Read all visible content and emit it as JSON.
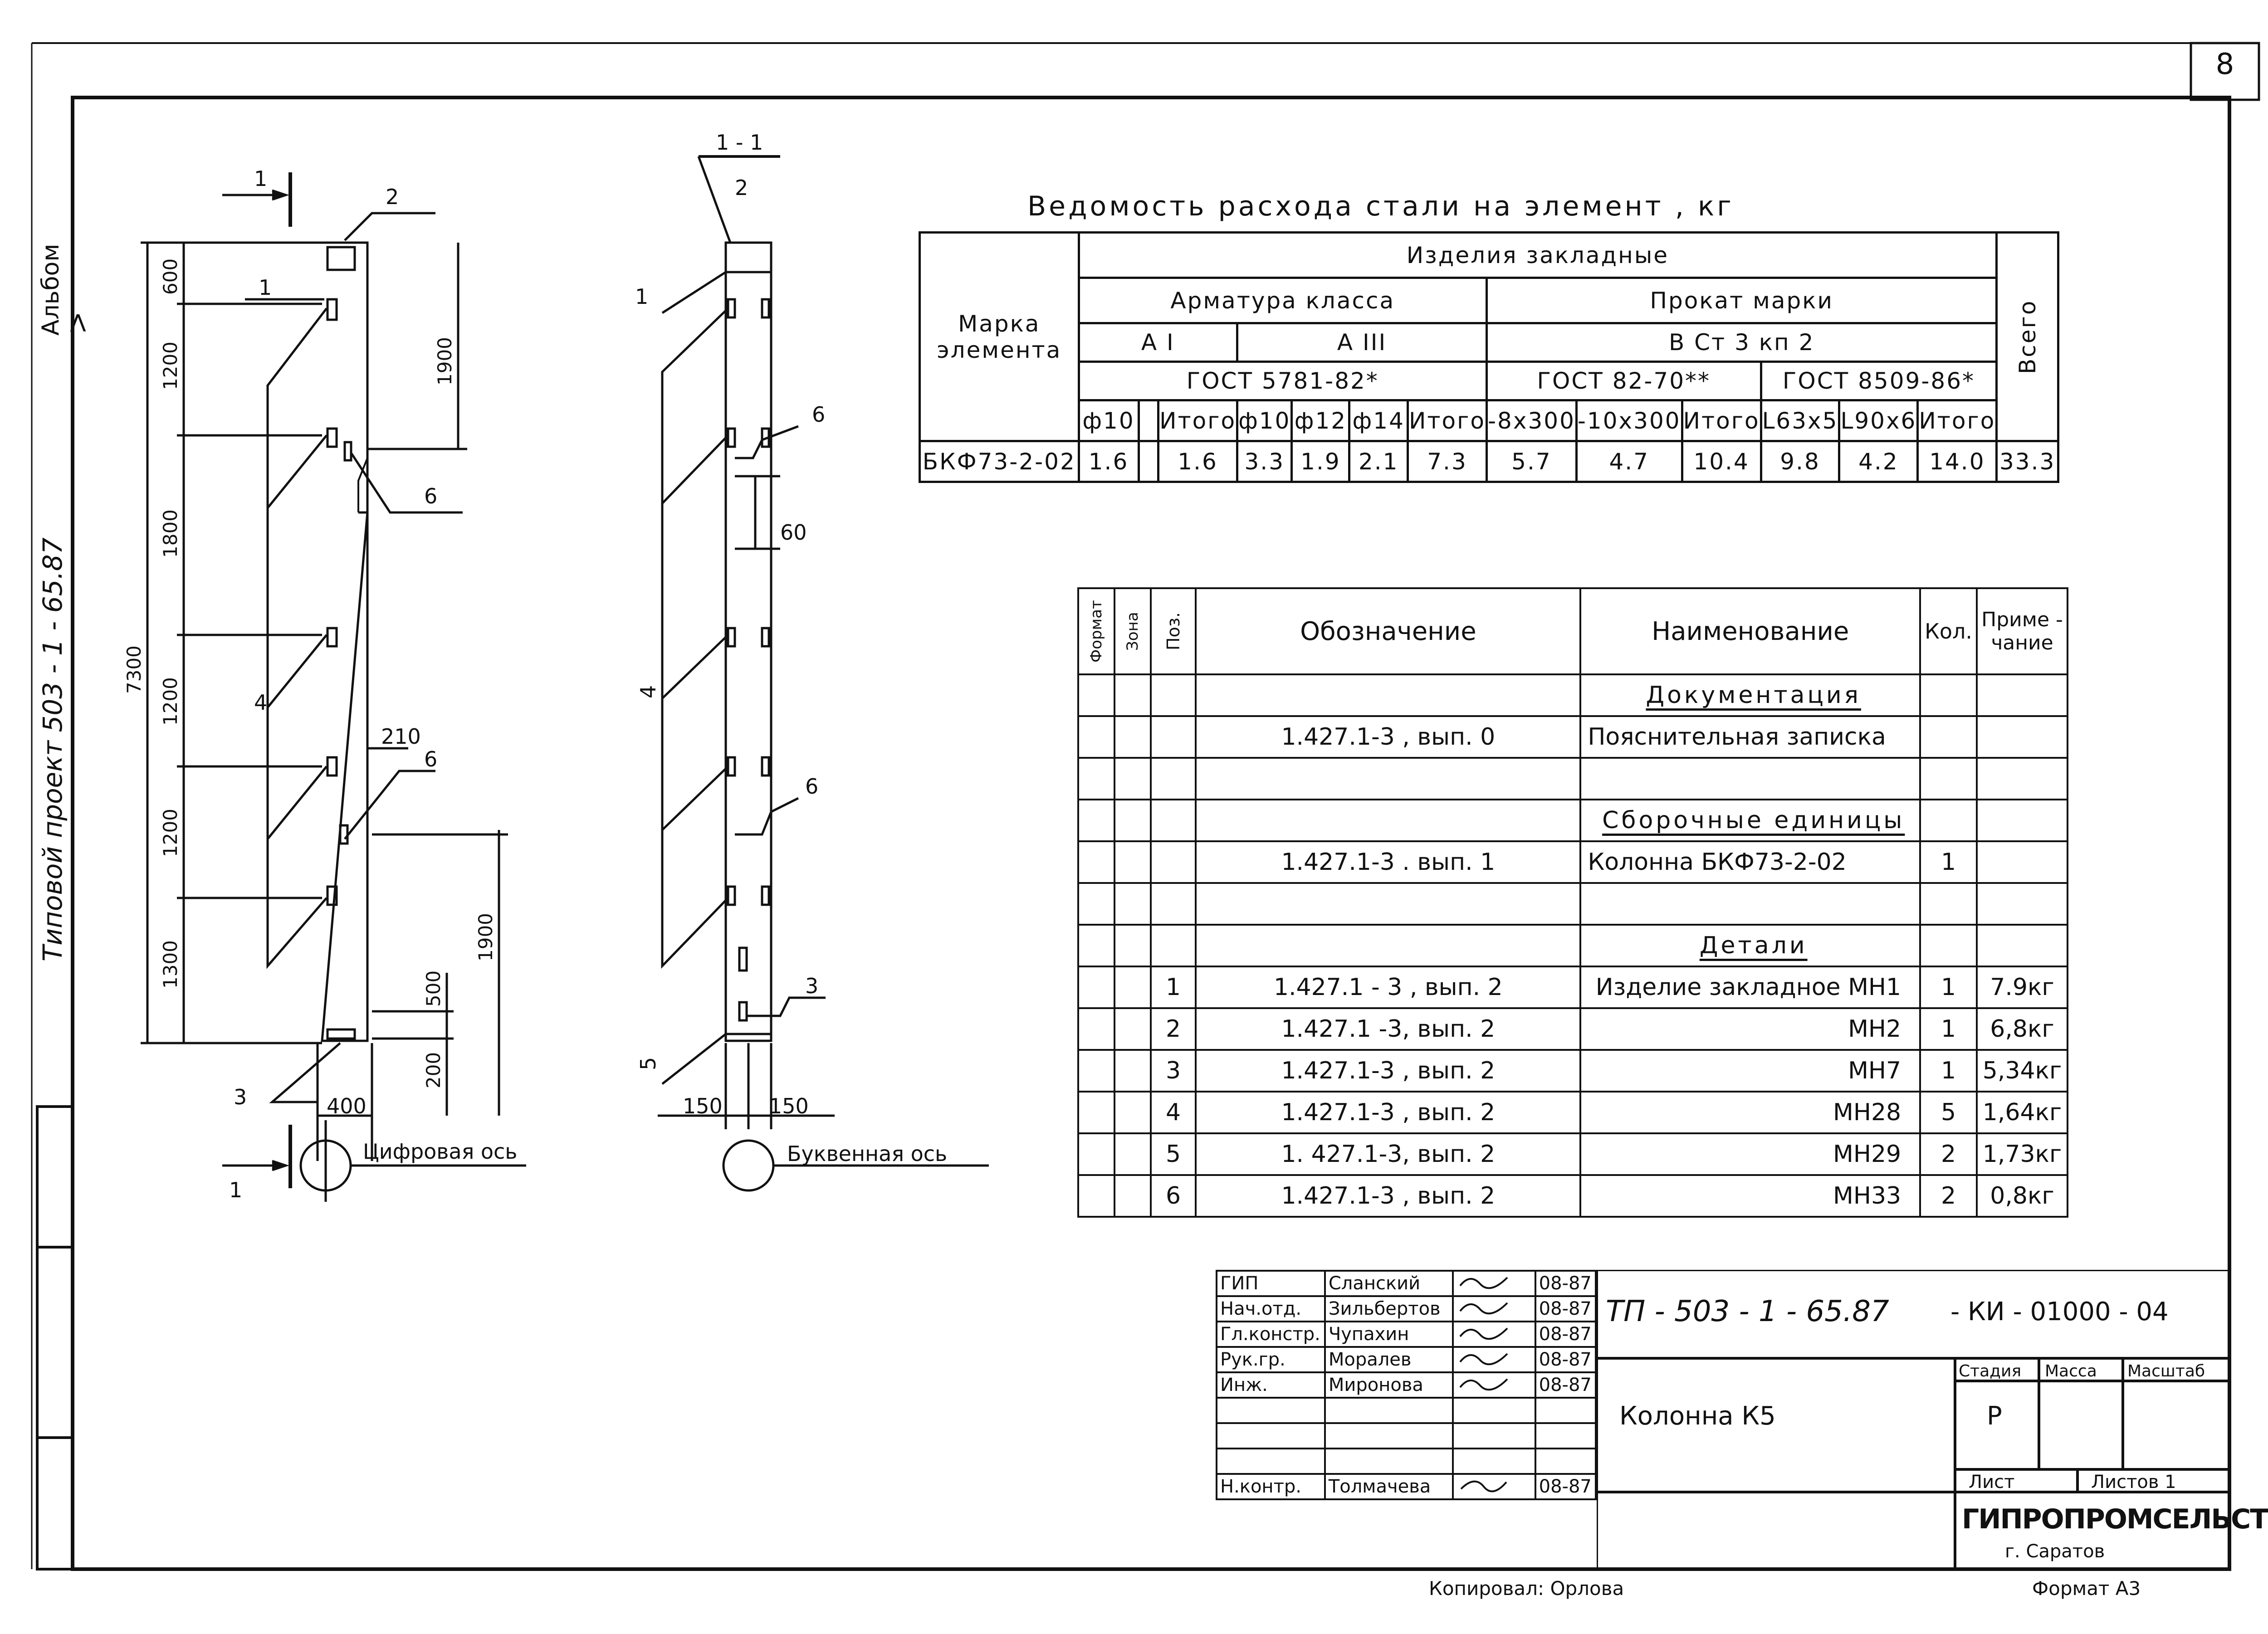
{
  "sheet": {
    "number": "8",
    "album": "Альбом Ⅴ",
    "project": "Типовой проект 503 - 1 - 65.87"
  },
  "drawing": {
    "section_mark": "1",
    "section_title": "1 - 1",
    "callouts": [
      "1",
      "2",
      "3",
      "4",
      "5",
      "6"
    ],
    "dims_left": [
      "600",
      "1200",
      "1800",
      "1200",
      "1200",
      "1300",
      "7300",
      "1900",
      "1900",
      "500",
      "200",
      "210",
      "400"
    ],
    "dims_right": [
      "60",
      "150",
      "150"
    ],
    "axis_digital": "Цифровая ось",
    "axis_letter": "Буквенная ось"
  },
  "steel_table": {
    "title": "Ведомость расхода стали на элемент , кг",
    "col_mark": "Марка элемента",
    "embedded": "Изделия закладные",
    "armature": "Арматура класса",
    "rolled": "Прокат марки",
    "total": "Всего",
    "class_a1": "A I",
    "class_a3": "A III",
    "steel_grade": "B Ст 3 кп 2",
    "gost1": "ГОСТ 5781-82*",
    "gost2": "ГОСТ 82-70**",
    "gost3": "ГОСТ 8509-86*",
    "headers": [
      "ф10",
      "",
      "Итого",
      "ф10",
      "ф12",
      "ф14",
      "Итого",
      "-8x300",
      "-10x300",
      "Итого",
      "L63x5",
      "L90x6",
      "Итого"
    ],
    "row": {
      "mark": "БКФ73-2-02",
      "values": [
        "1.6",
        "",
        "1.6",
        "3.3",
        "1.9",
        "2.1",
        "7.3",
        "5.7",
        "4.7",
        "10.4",
        "9.8",
        "4.2",
        "14.0",
        "33.3"
      ]
    }
  },
  "spec_table": {
    "headers": {
      "format": "Формат",
      "zone": "Зона",
      "pos": "Поз.",
      "designation": "Обозначение",
      "name": "Наименование",
      "qty": "Кол.",
      "note": "Приме - чание"
    },
    "rows": [
      {
        "pos": "",
        "designation": "",
        "name": "Документация",
        "qty": "",
        "note": ""
      },
      {
        "pos": "",
        "designation": "1.427.1-3 , вып. 0",
        "name": "Пояснительная записка",
        "qty": "",
        "note": ""
      },
      {
        "pos": "",
        "designation": "",
        "name": "",
        "qty": "",
        "note": ""
      },
      {
        "pos": "",
        "designation": "",
        "name": "Сборочные единицы",
        "qty": "",
        "note": ""
      },
      {
        "pos": "",
        "designation": "1.427.1-3 . вып. 1",
        "name": "Колонна БКФ73-2-02",
        "qty": "1",
        "note": ""
      },
      {
        "pos": "",
        "designation": "",
        "name": "",
        "qty": "",
        "note": ""
      },
      {
        "pos": "",
        "designation": "",
        "name": "Детали",
        "qty": "",
        "note": ""
      },
      {
        "pos": "1",
        "designation": "1.427.1 - 3 , вып. 2",
        "name": "Изделие закладное МН1",
        "qty": "1",
        "note": "7.9кг"
      },
      {
        "pos": "2",
        "designation": "1.427.1 -3, вып. 2",
        "name": "МН2",
        "qty": "1",
        "note": "6,8кг"
      },
      {
        "pos": "3",
        "designation": "1.427.1-3 , вып. 2",
        "name": "МН7",
        "qty": "1",
        "note": "5,34кг"
      },
      {
        "pos": "4",
        "designation": "1.427.1-3 , вып. 2",
        "name": "МН28",
        "qty": "5",
        "note": "1,64кг"
      },
      {
        "pos": "5",
        "designation": "1. 427.1-3, вып. 2",
        "name": "МН29",
        "qty": "2",
        "note": "1,73кг"
      },
      {
        "pos": "6",
        "designation": "1.427.1-3 , вып. 2",
        "name": "МН33",
        "qty": "2",
        "note": "0,8кг"
      }
    ]
  },
  "title_block": {
    "staff": [
      {
        "role": "ГИП",
        "name": "Сланский",
        "date": "08-87"
      },
      {
        "role": "Нач.отд.",
        "name": "Зильбертов",
        "date": "08-87"
      },
      {
        "role": "Гл.констр.",
        "name": "Чупахин",
        "date": "08-87"
      },
      {
        "role": "Рук.гр.",
        "name": "Моралев",
        "date": "08-87"
      },
      {
        "role": "Инж.",
        "name": "Миронова",
        "date": "08-87"
      }
    ],
    "nkontr": {
      "role": "Н.контр.",
      "name": "Толмачева",
      "date": "08-87"
    },
    "doc_code": "ТП - 503 - 1 - 65.87",
    "doc_suffix": "- КИ - 01000 - 04",
    "element_name": "Колонна  К5",
    "stage_label": "Стадия",
    "mass_label": "Масса",
    "scale_label": "Масштаб",
    "stage_value": "Р",
    "sheet_label": "Лист",
    "sheets_label": "Листов 1",
    "org": "ГИПРОПРОМСЕЛЬСТРОЙ",
    "city": "г. Саратов",
    "copied": "Копировал: Орлова",
    "format": "Формат А3"
  }
}
